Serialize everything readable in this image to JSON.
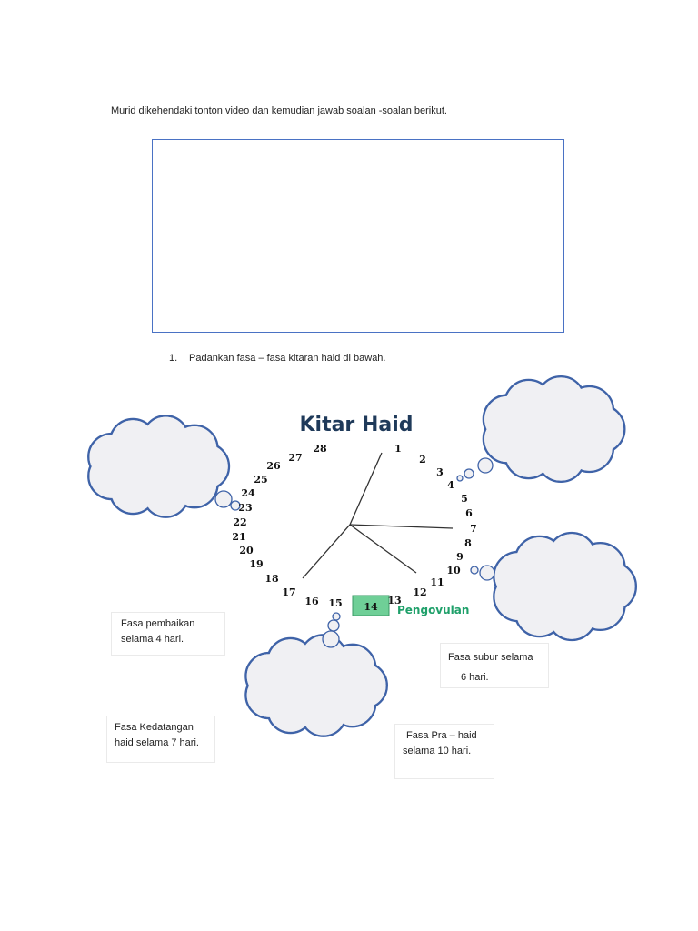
{
  "instruction": "Murid dikehendaki  tonton video dan kemudian jawab soalan -soalan berikut.",
  "question": {
    "number": "1.",
    "text": "Padankan fasa – fasa kitaran haid di bawah."
  },
  "diagram": {
    "title": "Kitar Haid",
    "days": [
      "1",
      "2",
      "3",
      "4",
      "5",
      "6",
      "7",
      "8",
      "9",
      "10",
      "11",
      "12",
      "13",
      "14",
      "15",
      "16",
      "17",
      "18",
      "19",
      "20",
      "21",
      "22",
      "23",
      "24",
      "25",
      "26",
      "27",
      "28"
    ],
    "highlight_day": "14",
    "ovulation_label": "Pengovulan",
    "colors": {
      "title": "#1f3a5a",
      "ovulation": "#1fa06a",
      "highlight_box": "#6fcf97",
      "cloud_stroke": "#3f63a8",
      "cloud_fill": "#f0f0f3"
    }
  },
  "phase_boxes": [
    {
      "line1": "Fasa pembaikan",
      "line2": "selama 4 hari."
    },
    {
      "line1": "Fasa subur selama",
      "line2": "6 hari."
    },
    {
      "line1": "Fasa Kedatangan",
      "line2": "haid selama 7 hari."
    },
    {
      "line1": "Fasa Pra – haid",
      "line2": "selama 10 hari."
    }
  ]
}
